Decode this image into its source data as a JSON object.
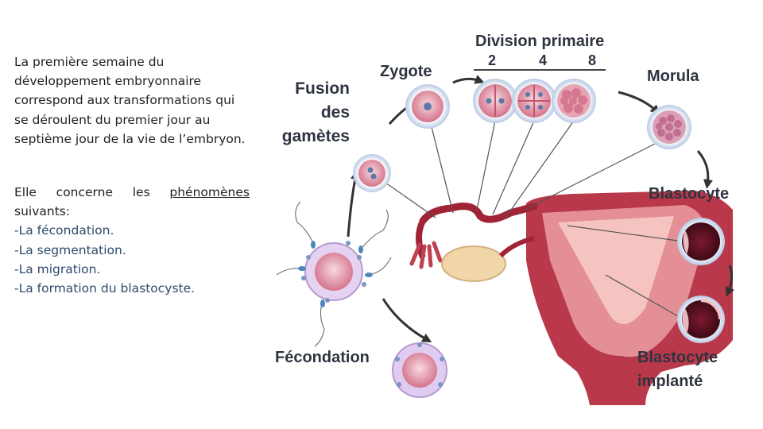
{
  "text": {
    "paragraph1": "La première semaine du développement embryonnaire correspond aux transformations qui se déroulent du premier jour au septième jour de la vie de l’embryon.",
    "para2_line1_words": [
      "Elle",
      "concerne",
      "les"
    ],
    "para2_underlined": "phénomènes",
    "para2_rest": "suivants:",
    "list": [
      "-La fécondation.",
      "-La segmentation.",
      "-La migration.",
      "-La formation du blastocyste."
    ]
  },
  "diagram": {
    "division_title": "Division primaire",
    "division_numbers": [
      "2",
      "4",
      "8"
    ],
    "zygote": "Zygote",
    "morula": "Morula",
    "fusion": [
      "Fusion",
      "des",
      "gamètes"
    ],
    "blastocyte": "Blastocyte",
    "fecondation": "Fécondation",
    "blastocyte_implante": [
      "Blastocyte",
      "implanté"
    ]
  }
}
